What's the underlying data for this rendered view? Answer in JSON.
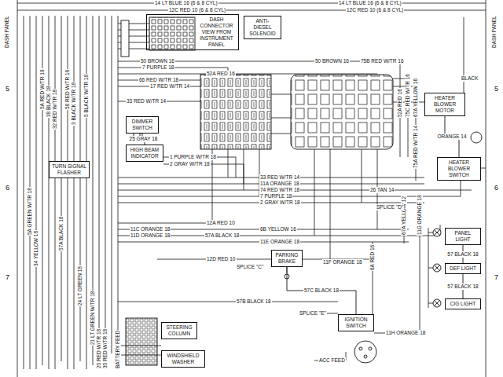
{
  "diagram": {
    "nodes": [
      {
        "text": [
          "DASH CONNECTOR VIEW FROM INSTRUMENT PANEL"
        ]
      },
      {
        "text": [
          "ANTI-DIESEL SOLENOID"
        ]
      },
      {
        "text": [
          "HEATER BLOWER MOTOR"
        ]
      },
      {
        "text": [
          "HEATER BLOWER SWITCH"
        ]
      },
      {
        "text": [
          "DIMMER SWITCH"
        ]
      },
      {
        "text": [
          "HIGH BEAM INDICATOR"
        ]
      },
      {
        "text": [
          "TURN SIGNAL FLASHER"
        ]
      },
      {
        "text": [
          "PARKING BRAKE"
        ]
      },
      {
        "text": [
          "IGNITION SWITCH"
        ]
      },
      {
        "text": [
          "PANEL LIGHT"
        ]
      },
      {
        "text": [
          "DEF LIGHT"
        ]
      },
      {
        "text": [
          "CIG LIGHT"
        ]
      },
      {
        "text": [
          "STEERING COLUMN"
        ]
      },
      {
        "text": [
          "WINDSHIELD WASHER"
        ]
      }
    ],
    "edges": [
      {
        "from": 2,
        "to": 3,
        "arrow": "none",
        "label": "ORANGE 14"
      },
      {
        "from": 4,
        "to": 5,
        "arrow": "none",
        "label": "25 GRAY 18"
      },
      {
        "from": 7,
        "to": 8,
        "arrow": "none",
        "label": "57C BLACK 18"
      },
      {
        "from": 9,
        "to": 10,
        "arrow": "none",
        "label": "57 BLACK 18"
      },
      {
        "from": 10,
        "to": 11,
        "arrow": "none",
        "label": "57 BLACK 18"
      }
    ],
    "labels": [
      "14 LT BLUE 16 (6 & 8 CYL)",
      "12C RED 10 (6 & 8 CYL)",
      "14 LT BLUE 16 (6 & 8 CYL)",
      "12C RED 10 (6 & 8 CYL)",
      "DASH PANEL",
      "DASH PANEL",
      "5",
      "5",
      "6",
      "6",
      "7",
      "7",
      "50 BROWN 16",
      "50 BROWN 16",
      "75B RED W/TR 16",
      "7 PURPLE 18",
      "52A RED 16",
      "66 RED W/TR 18",
      "17 RED W/TR 14",
      "52A RED 16",
      "75C RED W/TR 16",
      "67A YELLOW 16",
      "75A RED W/TR 14",
      "BLACK",
      "33 RED W/TR 14",
      "11A ORANGE 18",
      "74 RED W/TR 18",
      "7 PURPLE 18",
      "2 GRAY W/TR 18",
      "1 PURPLE W/TR 18",
      "2 GRAY W/TR 18",
      "26 TAN 14",
      "12A RED 10",
      "11C ORANGE 18",
      "6B YELLOW 16",
      "11D ORANGE 18",
      "57A BLACK 18",
      "11E ORANGE 18",
      "6A RED 16",
      "67A YELLOW 12",
      "12D RED 10",
      "SPLICE \"C\"",
      "SPLICE \"D\"",
      "SPLICE \"E\"",
      "57B BLACK 18",
      "11F ORANGE 18",
      "11G ORANGE 18",
      "11H ORANGE 18",
      "5A RED W/TR 18",
      "38 BLACK 18",
      "32 RED W/TR 18",
      "58 RED W/TR 18",
      "3 BLACK W/TR 18",
      "5 BLACK W/TR 18",
      "5A GREEN W/TR 18",
      "34 YELLOW 18",
      "57A BLACK 18",
      "24 LT GREEN 18",
      "21 LT GREEN W/TR 18",
      "20 RED W/TR 18",
      "30 RED W/TR 18",
      "BATTERY FEED",
      "ACC FEED",
      "33 RED W/TR 14"
    ]
  }
}
